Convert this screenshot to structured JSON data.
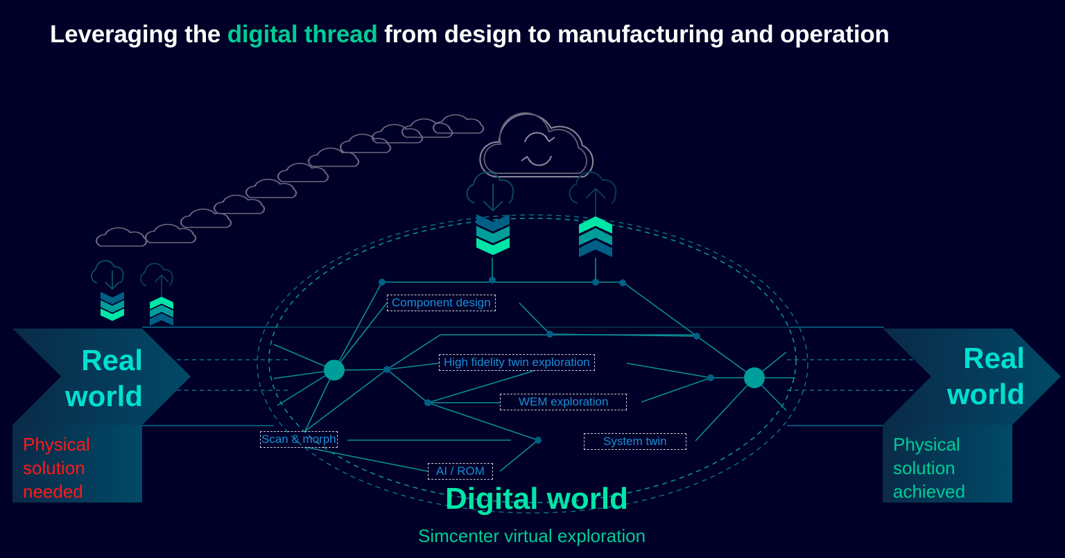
{
  "header": {
    "title_part1": "Leveraging the ",
    "title_accent": "digital thread",
    "title_part2": " from design to manufacturing and operation"
  },
  "colors": {
    "background": "#000028",
    "accent": "#00cc96",
    "real_world_title": "#00e0d0",
    "needed_text": "#ff1a1a",
    "achieved_text": "#00cc96",
    "node_label": "#1a8fd6",
    "lines": "#0a8f96"
  },
  "left_panel": {
    "title_line1": "Real",
    "title_line2": "world",
    "sub_line1": "Physical",
    "sub_line2": "solution",
    "sub_line3": "needed"
  },
  "right_panel": {
    "title_line1": "Real",
    "title_line2": "world",
    "sub_line1": "Physical",
    "sub_line2": "solution",
    "sub_line3": "achieved"
  },
  "nodes": [
    {
      "label": "Component design"
    },
    {
      "label": "High fidelity twin exploration"
    },
    {
      "label": "WEM exploration"
    },
    {
      "label": "Scan & morph"
    },
    {
      "label": "System twin"
    },
    {
      "label": "AI / ROM"
    }
  ],
  "digital_world": {
    "title": "Digital world",
    "subtitle": "Simcenter virtual exploration"
  },
  "icons": {
    "main_cloud": "cloud-sync-icon",
    "download": "cloud-download-icon",
    "upload": "cloud-upload-icon"
  }
}
